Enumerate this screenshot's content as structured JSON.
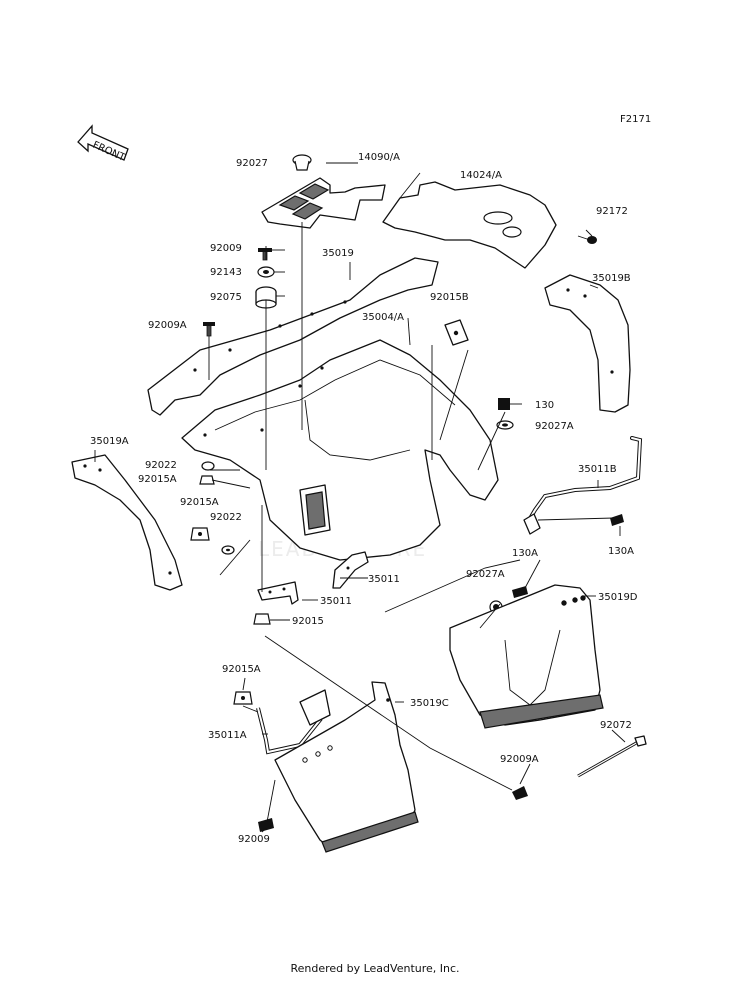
{
  "diagram_code": "F2171",
  "front_label": "FRONT",
  "watermark": "LEADVENTURE",
  "footer": "Rendered by LeadVenture, Inc.",
  "labels": {
    "p92027": "92027",
    "p14090A": "14090/A",
    "p14024A": "14024/A",
    "p92172": "92172",
    "p92009_top": "92009",
    "p35019": "35019",
    "p92143": "92143",
    "p35019B": "35019B",
    "p92075": "92075",
    "p92015B": "92015B",
    "p92009A_left": "92009A",
    "p35004A": "35004/A",
    "p130": "130",
    "p92027A_right": "92027A",
    "p35019A": "35019A",
    "p92022_top": "92022",
    "p92015A_top": "92015A",
    "p35011B": "35011B",
    "p92015A_mid": "92015A",
    "p92022_mid": "92022",
    "p130A_right": "130A",
    "p130A_mid": "130A",
    "p35011_mid": "35011",
    "p92027A_mid": "92027A",
    "p35019D": "35019D",
    "p35011_low": "35011",
    "p92015": "92015",
    "p92015A_low": "92015A",
    "p35019C": "35019C",
    "p35011A": "35011A",
    "p92072": "92072",
    "p92009A_low": "92009A",
    "p92009_low": "92009"
  }
}
